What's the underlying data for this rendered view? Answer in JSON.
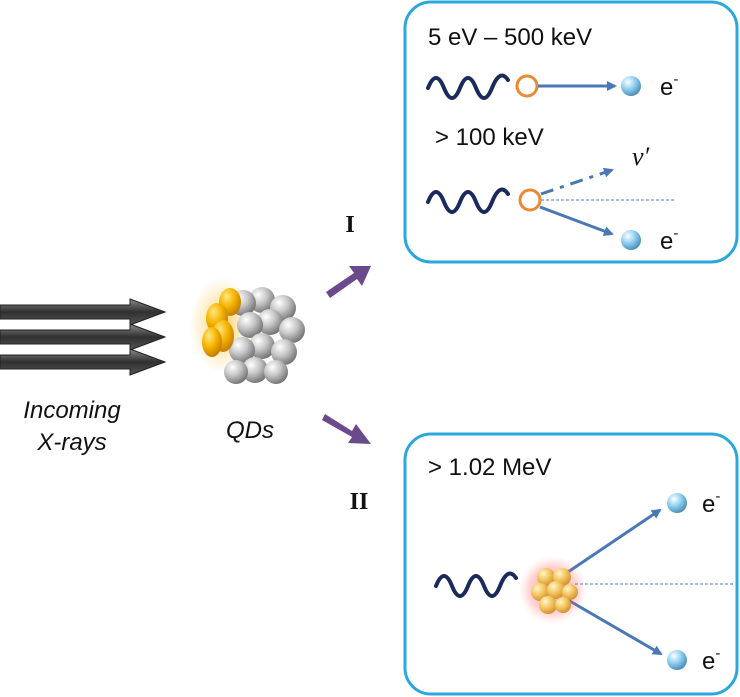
{
  "left": {
    "source_label_line1": "Incoming",
    "source_label_line2": "X-rays",
    "qd_label": "QDs"
  },
  "pathways": {
    "path1_numeral": "I",
    "path2_numeral": "II"
  },
  "box1": {
    "range1": "5 eV – 500 keV",
    "range2": "> 100 keV",
    "electron1": "e",
    "electron2": "e",
    "photon_scattered": "ν′",
    "electron_superscript": "-"
  },
  "box2": {
    "range": "> 1.02 MeV",
    "electron1": "e",
    "electron2": "e",
    "electron_superscript": "-"
  },
  "colors": {
    "box_border": "#2aa8dc",
    "wave": "#1b2a5c",
    "arrow_blue": "#4a78b4",
    "pathway_arrow": "#6a4a8c",
    "xray_arrow": "#404040",
    "absorber_ring": "#e88a34",
    "electron": "#7fc4ea"
  }
}
